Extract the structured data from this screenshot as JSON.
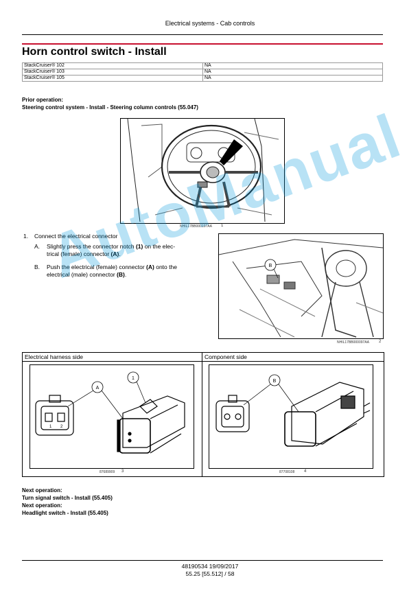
{
  "header": {
    "running_title": "Electrical systems - Cab controls"
  },
  "page_title": "Horn control switch - Install",
  "models": [
    {
      "name": "StackCruiser® 102",
      "value": "NA"
    },
    {
      "name": "StackCruiser® 103",
      "value": "NA"
    },
    {
      "name": "StackCruiser® 105",
      "value": "NA"
    }
  ],
  "prior_operation": {
    "label": "Prior operation:",
    "text": "Steering control system - Install - Steering column controls (55.047)"
  },
  "figure1": {
    "code": "NHIL17BB000197AA",
    "number": "1"
  },
  "figure2": {
    "code": "NHIL17BB000097AA",
    "number": "2",
    "callout": "B"
  },
  "steps": {
    "step1": {
      "num": "1.",
      "text": "Connect the electrical connector"
    },
    "a": {
      "letter": "A.",
      "p1": "Slightly press the connector notch ",
      "b1": "(1)",
      "p2": " on the elec-",
      "p3": "trical (female) connector ",
      "b2": "(A)",
      "p4": "."
    },
    "b": {
      "letter": "B.",
      "p1": "Push the electrical (female) connector ",
      "b1": "(A)",
      "p2": " onto the",
      "p3": "electrical (male) connector ",
      "b2": "(B)",
      "p4": "."
    }
  },
  "harness_table": {
    "left_header": "Electrical harness side",
    "right_header": "Component side",
    "fig3": {
      "code": "87689909",
      "number": "3",
      "callout_a": "A",
      "callout_1": "1",
      "pin1": "1",
      "pin2": "2"
    },
    "fig4": {
      "code": "87708108",
      "number": "4",
      "callout_b": "B"
    }
  },
  "next_operations": [
    {
      "label": "Next operation:",
      "text": "Turn signal switch - Install (55.405)"
    },
    {
      "label": "Next operation:",
      "text": "Headlight switch - Install (55.405)"
    }
  ],
  "watermark": "AutoManual",
  "footer": {
    "line1": "48190534 19/09/2017",
    "line2": "55.25 [55.512] / 58"
  }
}
